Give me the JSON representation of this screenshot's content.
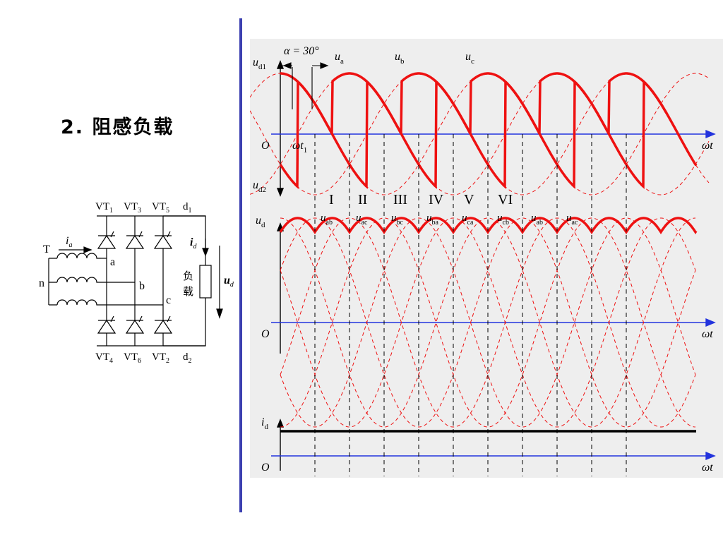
{
  "slide": {
    "title": "2. 阻感负载"
  },
  "circuit": {
    "thyristors_top": [
      "VT",
      "1",
      "VT",
      "3",
      "VT",
      "5",
      "d",
      "1"
    ],
    "thyristors_bottom": [
      "VT",
      "4",
      "VT",
      "6",
      "VT",
      "2",
      "d",
      "2"
    ],
    "transformer_label": "T",
    "input_label": "n",
    "current_label": "i",
    "current_sub": "a",
    "node_a": "a",
    "node_b": "b",
    "node_c": "c",
    "load_label_1": "负",
    "load_label_2": "载",
    "id_label": "i",
    "id_sub": "d",
    "ud_label": "u",
    "ud_sub": "d"
  },
  "waveforms": {
    "alpha_label": "α = 30°",
    "phase_labels": [
      {
        "v": "u",
        "sub": "a"
      },
      {
        "v": "u",
        "sub": "b"
      },
      {
        "v": "u",
        "sub": "c"
      }
    ],
    "ud1_label": "u",
    "ud1_sub": "d1",
    "ud2_label": "u",
    "ud2_sub": "d2",
    "ud_label": "u",
    "ud_sub": "d",
    "id_label": "i",
    "id_sub": "d",
    "origin": "O",
    "axis_label": "ωt",
    "t1_label": "ωt",
    "t1_sub": "1",
    "segments": [
      "I",
      "II",
      "III",
      "IV",
      "V",
      "VI"
    ],
    "line_voltages": [
      {
        "v": "u",
        "sub": "ab"
      },
      {
        "v": "u",
        "sub": "ac"
      },
      {
        "v": "u",
        "sub": "bc"
      },
      {
        "v": "u",
        "sub": "ba"
      },
      {
        "v": "u",
        "sub": "ca"
      },
      {
        "v": "u",
        "sub": "cb"
      },
      {
        "v": "u",
        "sub": "ab"
      },
      {
        "v": "u",
        "sub": "ac"
      }
    ],
    "colors": {
      "wave": "#ee1111",
      "axis": "#2233dd",
      "background": "#eeeeee"
    }
  }
}
